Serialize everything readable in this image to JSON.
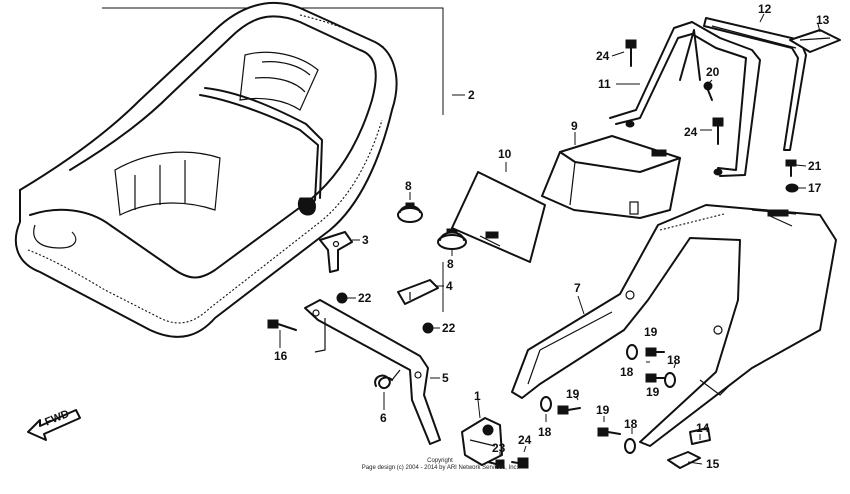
{
  "diagram": {
    "fwd_label": "FWD",
    "copyright_line1": "Copyright",
    "copyright_line2": "Page design (c) 2004 - 2014 by ARI Network Services, Inc.",
    "callouts": [
      {
        "id": "c1",
        "label": "1"
      },
      {
        "id": "c2",
        "label": "2"
      },
      {
        "id": "c3",
        "label": "3"
      },
      {
        "id": "c4",
        "label": "4"
      },
      {
        "id": "c5",
        "label": "5"
      },
      {
        "id": "c6",
        "label": "6"
      },
      {
        "id": "c7",
        "label": "7"
      },
      {
        "id": "c8a",
        "label": "8"
      },
      {
        "id": "c8b",
        "label": "8"
      },
      {
        "id": "c9",
        "label": "9"
      },
      {
        "id": "c10",
        "label": "10"
      },
      {
        "id": "c11",
        "label": "11"
      },
      {
        "id": "c12",
        "label": "12"
      },
      {
        "id": "c13",
        "label": "13"
      },
      {
        "id": "c14",
        "label": "14"
      },
      {
        "id": "c15",
        "label": "15"
      },
      {
        "id": "c16",
        "label": "16"
      },
      {
        "id": "c17",
        "label": "17"
      },
      {
        "id": "c18a",
        "label": "18"
      },
      {
        "id": "c18b",
        "label": "18"
      },
      {
        "id": "c18c",
        "label": "18"
      },
      {
        "id": "c18d",
        "label": "18"
      },
      {
        "id": "c19a",
        "label": "19"
      },
      {
        "id": "c19b",
        "label": "19"
      },
      {
        "id": "c19c",
        "label": "19"
      },
      {
        "id": "c19d",
        "label": "19"
      },
      {
        "id": "c20",
        "label": "20"
      },
      {
        "id": "c21",
        "label": "21"
      },
      {
        "id": "c22a",
        "label": "22"
      },
      {
        "id": "c22b",
        "label": "22"
      },
      {
        "id": "c23",
        "label": "23"
      },
      {
        "id": "c24a",
        "label": "24"
      },
      {
        "id": "c24b",
        "label": "24"
      },
      {
        "id": "c24c",
        "label": "24"
      }
    ]
  }
}
